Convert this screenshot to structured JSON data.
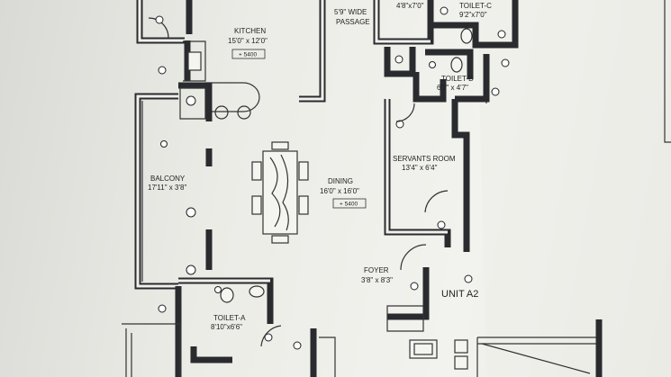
{
  "rooms": {
    "kitchen": {
      "name": "KITCHEN",
      "dims": "15'0\" x 12'0\"",
      "level": "+ 5400"
    },
    "passage": {
      "line1": "5'9\" WIDE",
      "line2": "PASSAGE"
    },
    "toilet_c": {
      "name": "TOILET-C",
      "dims": "9'2\"x7'0\""
    },
    "top_room": {
      "dims": "4'8\"x7'0\""
    },
    "toilet_d": {
      "name": "TOILET-D",
      "dims": "6'7\" x 4'7\""
    },
    "servants": {
      "name": "SERVANTS ROOM",
      "dims": "13'4\" x 6'4\""
    },
    "balcony": {
      "name": "BALCONY",
      "dims": "17'11\" x 3'8\""
    },
    "dining": {
      "name": "DINING",
      "dims": "16'0\" x 16'0\"",
      "level": "+ 5400"
    },
    "foyer": {
      "name": "FOYER",
      "dims": "3'8\" x 8'3\""
    },
    "toilet_a": {
      "name": "TOILET-A",
      "dims": "8'10\"x6'6\""
    },
    "unit": {
      "name": "UNIT A2"
    }
  }
}
